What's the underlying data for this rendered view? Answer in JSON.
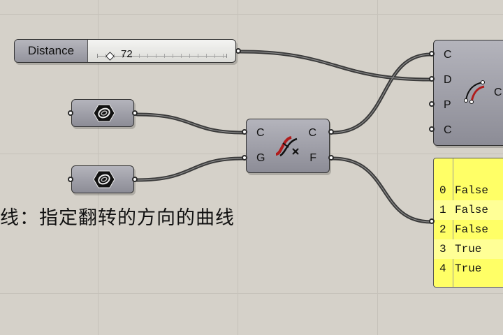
{
  "slider": {
    "label": "Distance",
    "value": "72"
  },
  "flip_component": {
    "inputs": [
      "C",
      "G"
    ],
    "outputs": [
      "C",
      "F"
    ],
    "icon": "flip-curve-icon"
  },
  "offset_component": {
    "inputs": [
      "C",
      "D",
      "P",
      "C"
    ],
    "output_partial": "C",
    "icon": "arc-curve-icon"
  },
  "geometry_params": [
    {
      "icon": "geometry-hex-icon"
    },
    {
      "icon": "geometry-hex-icon"
    }
  ],
  "panel": {
    "header": "{",
    "rows": [
      {
        "index": "0",
        "value": "False"
      },
      {
        "index": "1",
        "value": "False"
      },
      {
        "index": "2",
        "value": "False"
      },
      {
        "index": "3",
        "value": "True"
      },
      {
        "index": "4",
        "value": "True"
      }
    ]
  },
  "caption": "线：指定翻转的方向的曲线",
  "colors": {
    "canvas": "#d5d1c9",
    "panel": "#ffff66",
    "component": "#a0a0a8",
    "wire": "#3c3c3c"
  }
}
